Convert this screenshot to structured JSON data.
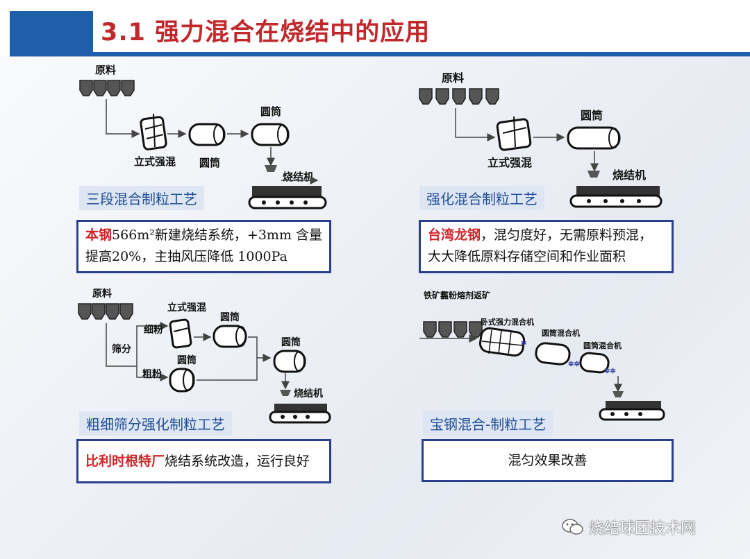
{
  "title": "3.1 强力混合在烧结中的应用",
  "panels": {
    "p1": {
      "raw": "原料",
      "mixer": "立式强混",
      "drum1": "圆筒",
      "drum2": "圆筒",
      "sinter": "烧结机",
      "caption": "三段混合制粒工艺",
      "note_hl": "本钢",
      "note_text": "566m²新建烧结系统，+3mm 含量提高20%，主抽风压降低 1000Pa"
    },
    "p2": {
      "raw": "原料",
      "mixer": "立式强混",
      "drum": "圆筒",
      "sinter": "烧结机",
      "caption": "强化混合制粒工艺",
      "note_hl": "台湾龙钢",
      "note_text": "，混匀度好，无需原料预混，大大降低原料存储空间和作业面积"
    },
    "p3": {
      "raw": "原料",
      "screen": "筛分",
      "fine": "细粉",
      "coarse": "粗粉",
      "mixer": "立式强混",
      "drum1": "圆筒",
      "drum2": "圆筒",
      "drum3": "圆筒",
      "sinter": "烧结机",
      "caption": "粗细筛分强化制粒工艺",
      "note_hl": "比利时根特厂",
      "note_text": "烧结系统改造，运行良好"
    },
    "p4": {
      "materials": [
        "铁矿石",
        "焦粉",
        "熔剂",
        "返矿"
      ],
      "mixer": "卧式强力混合机",
      "drum1": "圆筒混合机",
      "drum2": "圆筒混合机",
      "caption": "宝钢混合-制粒工艺",
      "note_text": "混匀效果改善"
    }
  },
  "watermark": "烧结球团技术网"
}
